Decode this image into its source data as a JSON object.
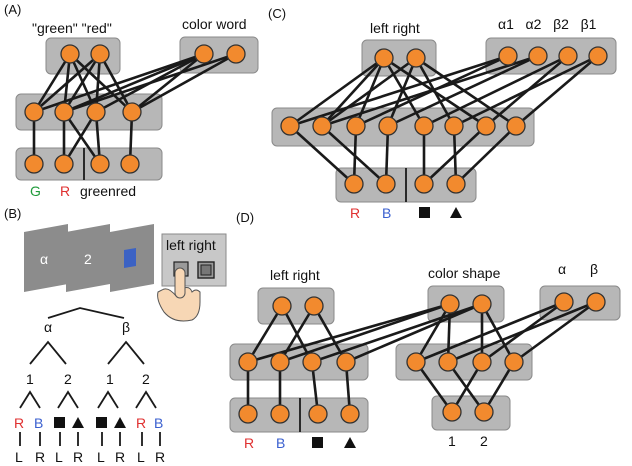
{
  "panels": [
    "(A)",
    "(B)",
    "(C)",
    "(D)"
  ],
  "panel_a": {
    "label_words": "\"green\" \"red\"",
    "label_color_word": "color word",
    "label_G": "G",
    "label_R": "R",
    "label_greenred": "greenred"
  },
  "panel_b": {
    "card_alpha": "α",
    "card_2": "2",
    "button_label": "left right",
    "tree_alpha": "α",
    "tree_beta": "β",
    "n1a": "1",
    "n2a": "2",
    "n1b": "1",
    "n2b": "2",
    "leaf_R1": "R",
    "leaf_B1": "B",
    "leaf_R2": "R",
    "leaf_B2": "B",
    "L1": "L",
    "R1": "R",
    "L2": "L",
    "R2": "R",
    "L3": "L",
    "R3": "R",
    "L4": "L",
    "R4": "R"
  },
  "panel_c": {
    "label_left_right": "left right",
    "label_greek": "α1   α2   β2   β1",
    "label_R": "R",
    "label_B": "B"
  },
  "panel_d": {
    "label_left_right": "left right",
    "label_color_shape": "color shape",
    "label_alpha": "α",
    "label_beta": "β",
    "label_R": "R",
    "label_B": "B",
    "label_1": "1",
    "label_2": "2"
  },
  "colors": {
    "node_fill": "#f28a2e",
    "node_stroke": "#333333",
    "box_fill": "#b7b7b7",
    "card_fill": "#8c8c8c",
    "blue_square": "#3b62c4"
  }
}
